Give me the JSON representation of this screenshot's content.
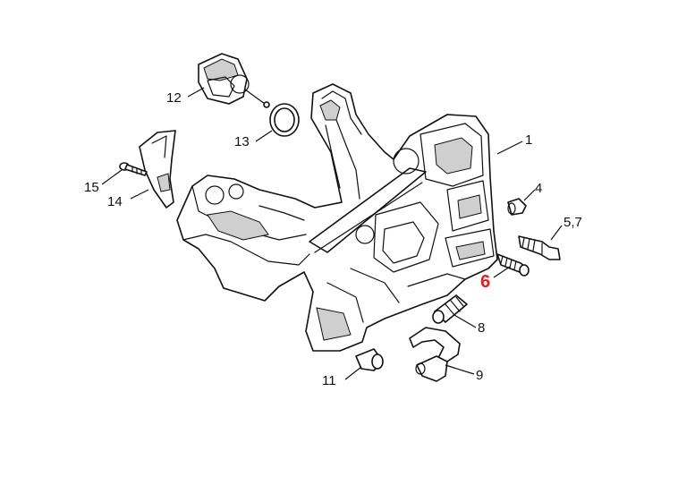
{
  "callouts": {
    "c1": "1",
    "c4": "4",
    "c57": "5,7",
    "c6": "6",
    "c8": "8",
    "c9": "9",
    "c11": "11",
    "c12": "12",
    "c13": "13",
    "c14": "14",
    "c15": "15"
  },
  "colors": {
    "highlight": "#e0201b",
    "line": "#111111",
    "background": "#ffffff"
  }
}
